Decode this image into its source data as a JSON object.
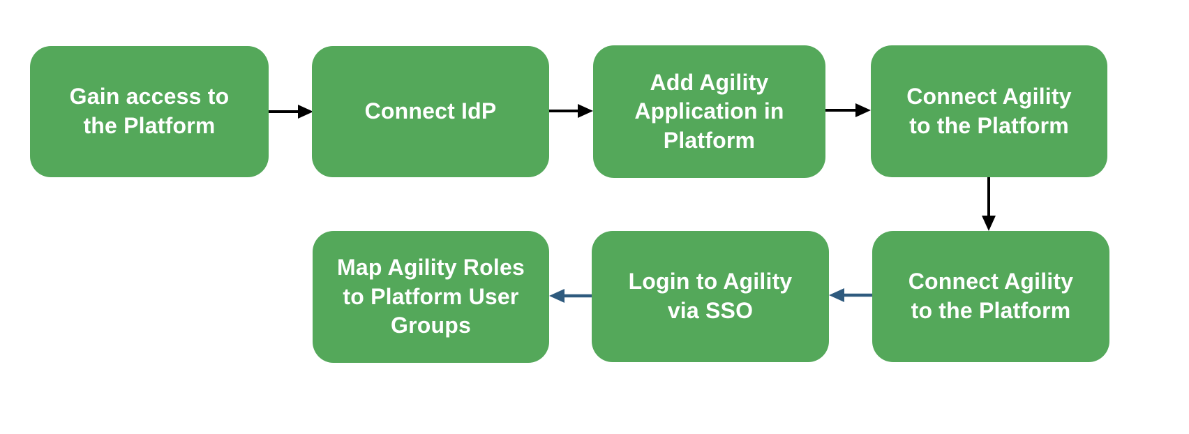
{
  "diagram": {
    "type": "flowchart",
    "colors": {
      "background": "#ffffff",
      "box_fill": "#54a85a",
      "box_text": "#ffffff",
      "arrow_primary": "#000000",
      "arrow_secondary": "#2e5a7e"
    },
    "nodes": [
      {
        "id": "n1",
        "label": "Gain access to\nthe Platform"
      },
      {
        "id": "n2",
        "label": "Connect IdP"
      },
      {
        "id": "n3",
        "label": "Add Agility\nApplication in\nPlatform"
      },
      {
        "id": "n4",
        "label": "Connect Agility\nto the Platform"
      },
      {
        "id": "n5",
        "label": "Connect Agility\nto the Platform"
      },
      {
        "id": "n6",
        "label": "Login to Agility\nvia SSO"
      },
      {
        "id": "n7",
        "label": "Map Agility Roles\nto Platform User\nGroups"
      }
    ],
    "edges": [
      {
        "from": "n1",
        "to": "n2",
        "direction": "right",
        "color_role": "arrow_primary"
      },
      {
        "from": "n2",
        "to": "n3",
        "direction": "right",
        "color_role": "arrow_primary"
      },
      {
        "from": "n3",
        "to": "n4",
        "direction": "right",
        "color_role": "arrow_primary"
      },
      {
        "from": "n4",
        "to": "n5",
        "direction": "down",
        "color_role": "arrow_primary"
      },
      {
        "from": "n5",
        "to": "n6",
        "direction": "left",
        "color_role": "arrow_secondary"
      },
      {
        "from": "n6",
        "to": "n7",
        "direction": "left",
        "color_role": "arrow_secondary"
      }
    ]
  }
}
